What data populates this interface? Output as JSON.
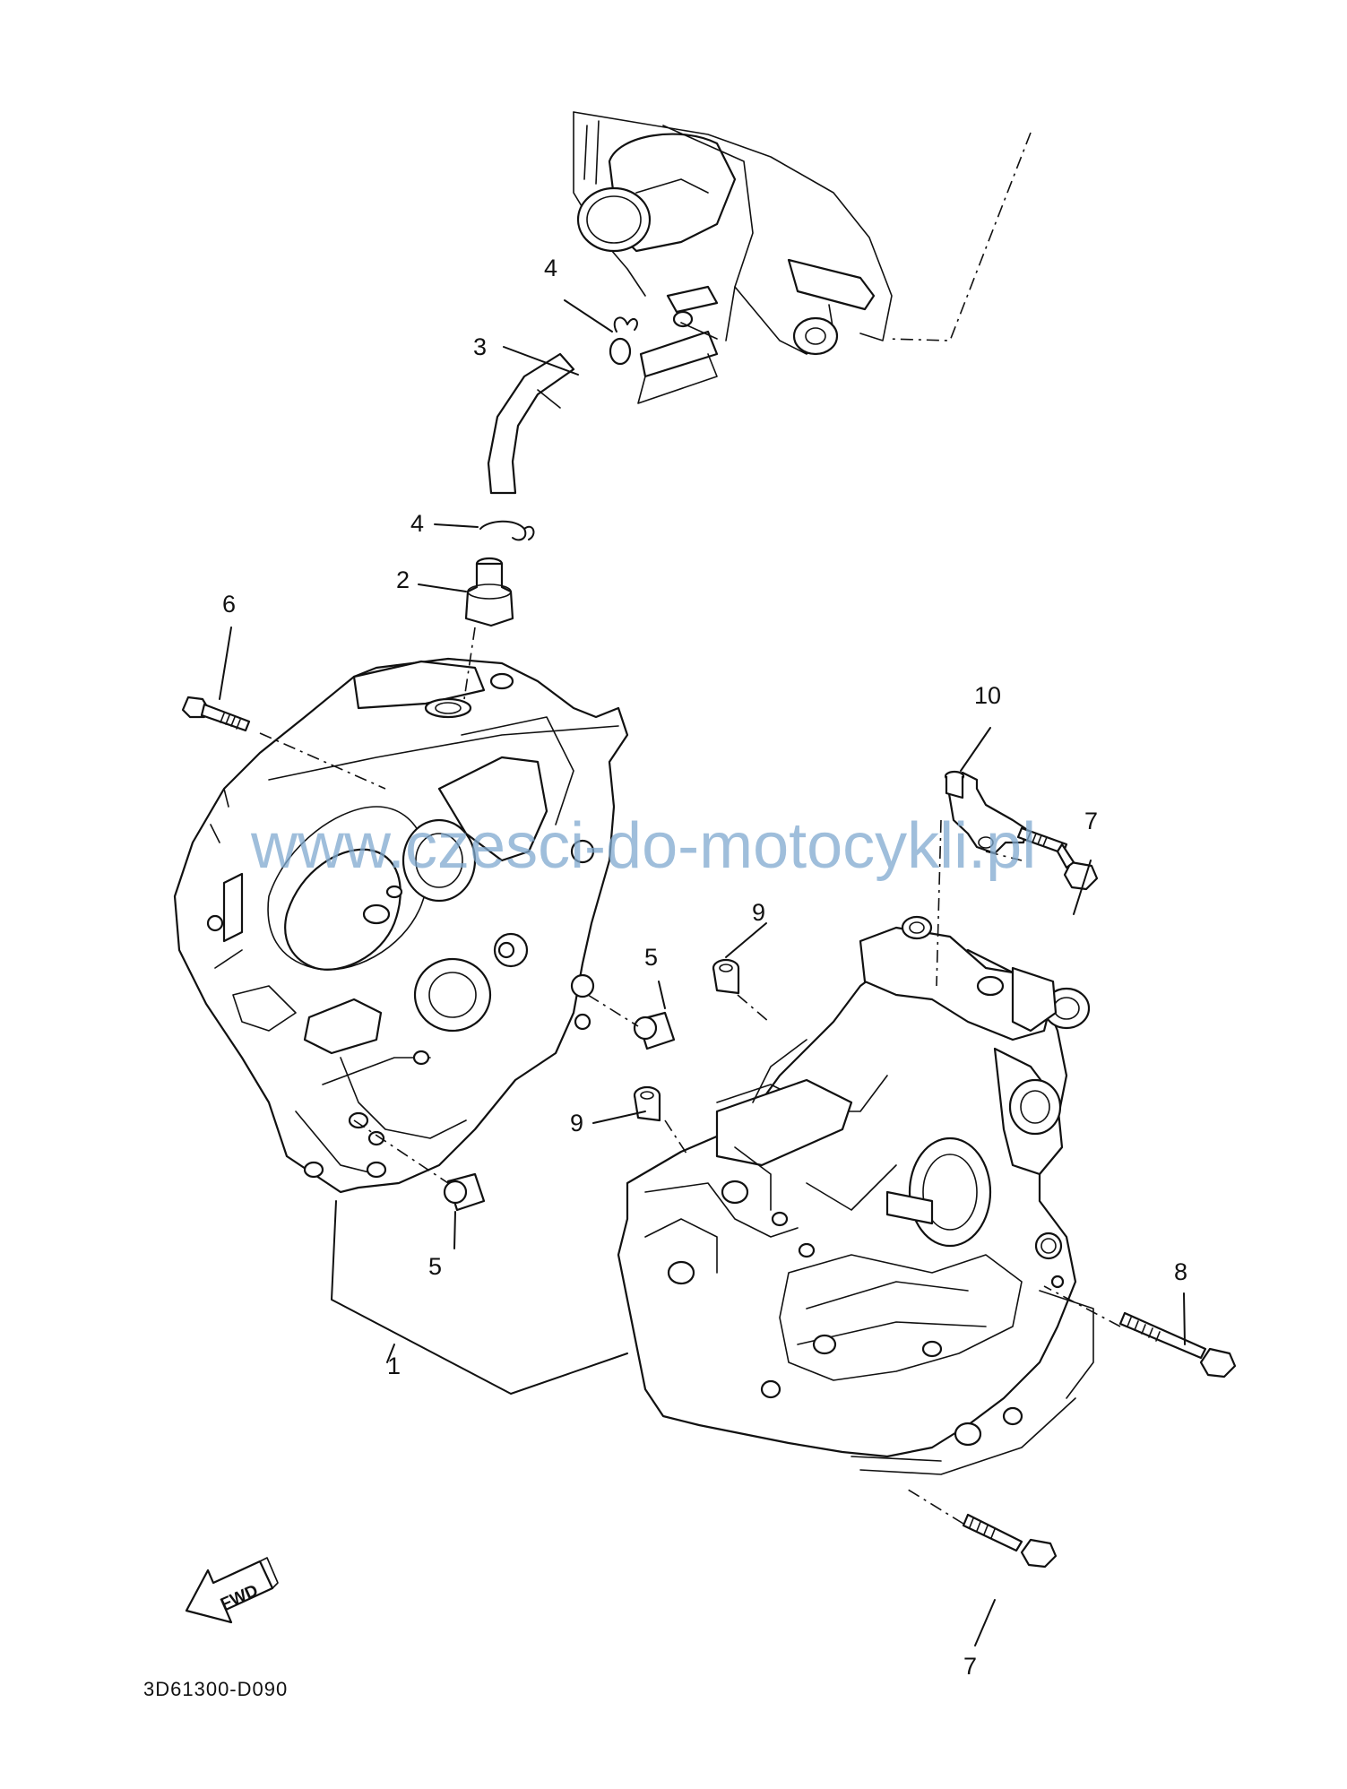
{
  "callouts": {
    "c1": "1",
    "c2": "2",
    "c3": "3",
    "c4a": "4",
    "c4b": "4",
    "c5a": "5",
    "c5b": "5",
    "c6": "6",
    "c7a": "7",
    "c7b": "7",
    "c8": "8",
    "c9a": "9",
    "c9b": "9",
    "c10": "10"
  },
  "watermark": "www.czesci-do-motocykli.pl",
  "fwd_label": "FWD",
  "diagram_code": "3D61300-D090",
  "icons": {
    "fwd_arrow": "fwd-arrow-icon"
  }
}
